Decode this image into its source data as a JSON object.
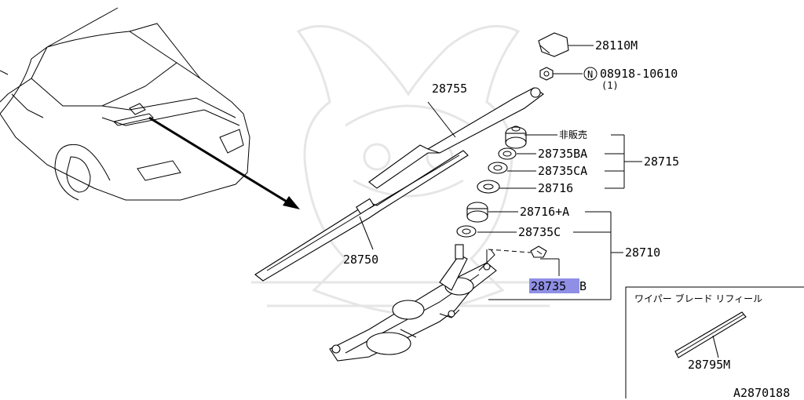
{
  "diagram": {
    "labels": {
      "p28110M": "28110M",
      "pNut_prefix": "N",
      "pNut": "08918-10610",
      "pNut_qty": "(1)",
      "p28755": "28755",
      "pNotSold": "非販売",
      "p28735BA": "28735BA",
      "p28735CA": "28735CA",
      "p28716": "28716",
      "p28715": "28715",
      "p28716A": "28716+A",
      "p28735C": "28735C",
      "p28710": "28710",
      "p28750": "28750",
      "p28735B_main": "28735",
      "p28735B_suffix": "B",
      "refill_title": "ワイパー ブレード リフィール",
      "p28795M": "28795M",
      "figure_code": "A2870188"
    },
    "colors": {
      "highlight": "#8f8fe6",
      "line": "#000000",
      "watermark": "#e6e6e6"
    }
  }
}
